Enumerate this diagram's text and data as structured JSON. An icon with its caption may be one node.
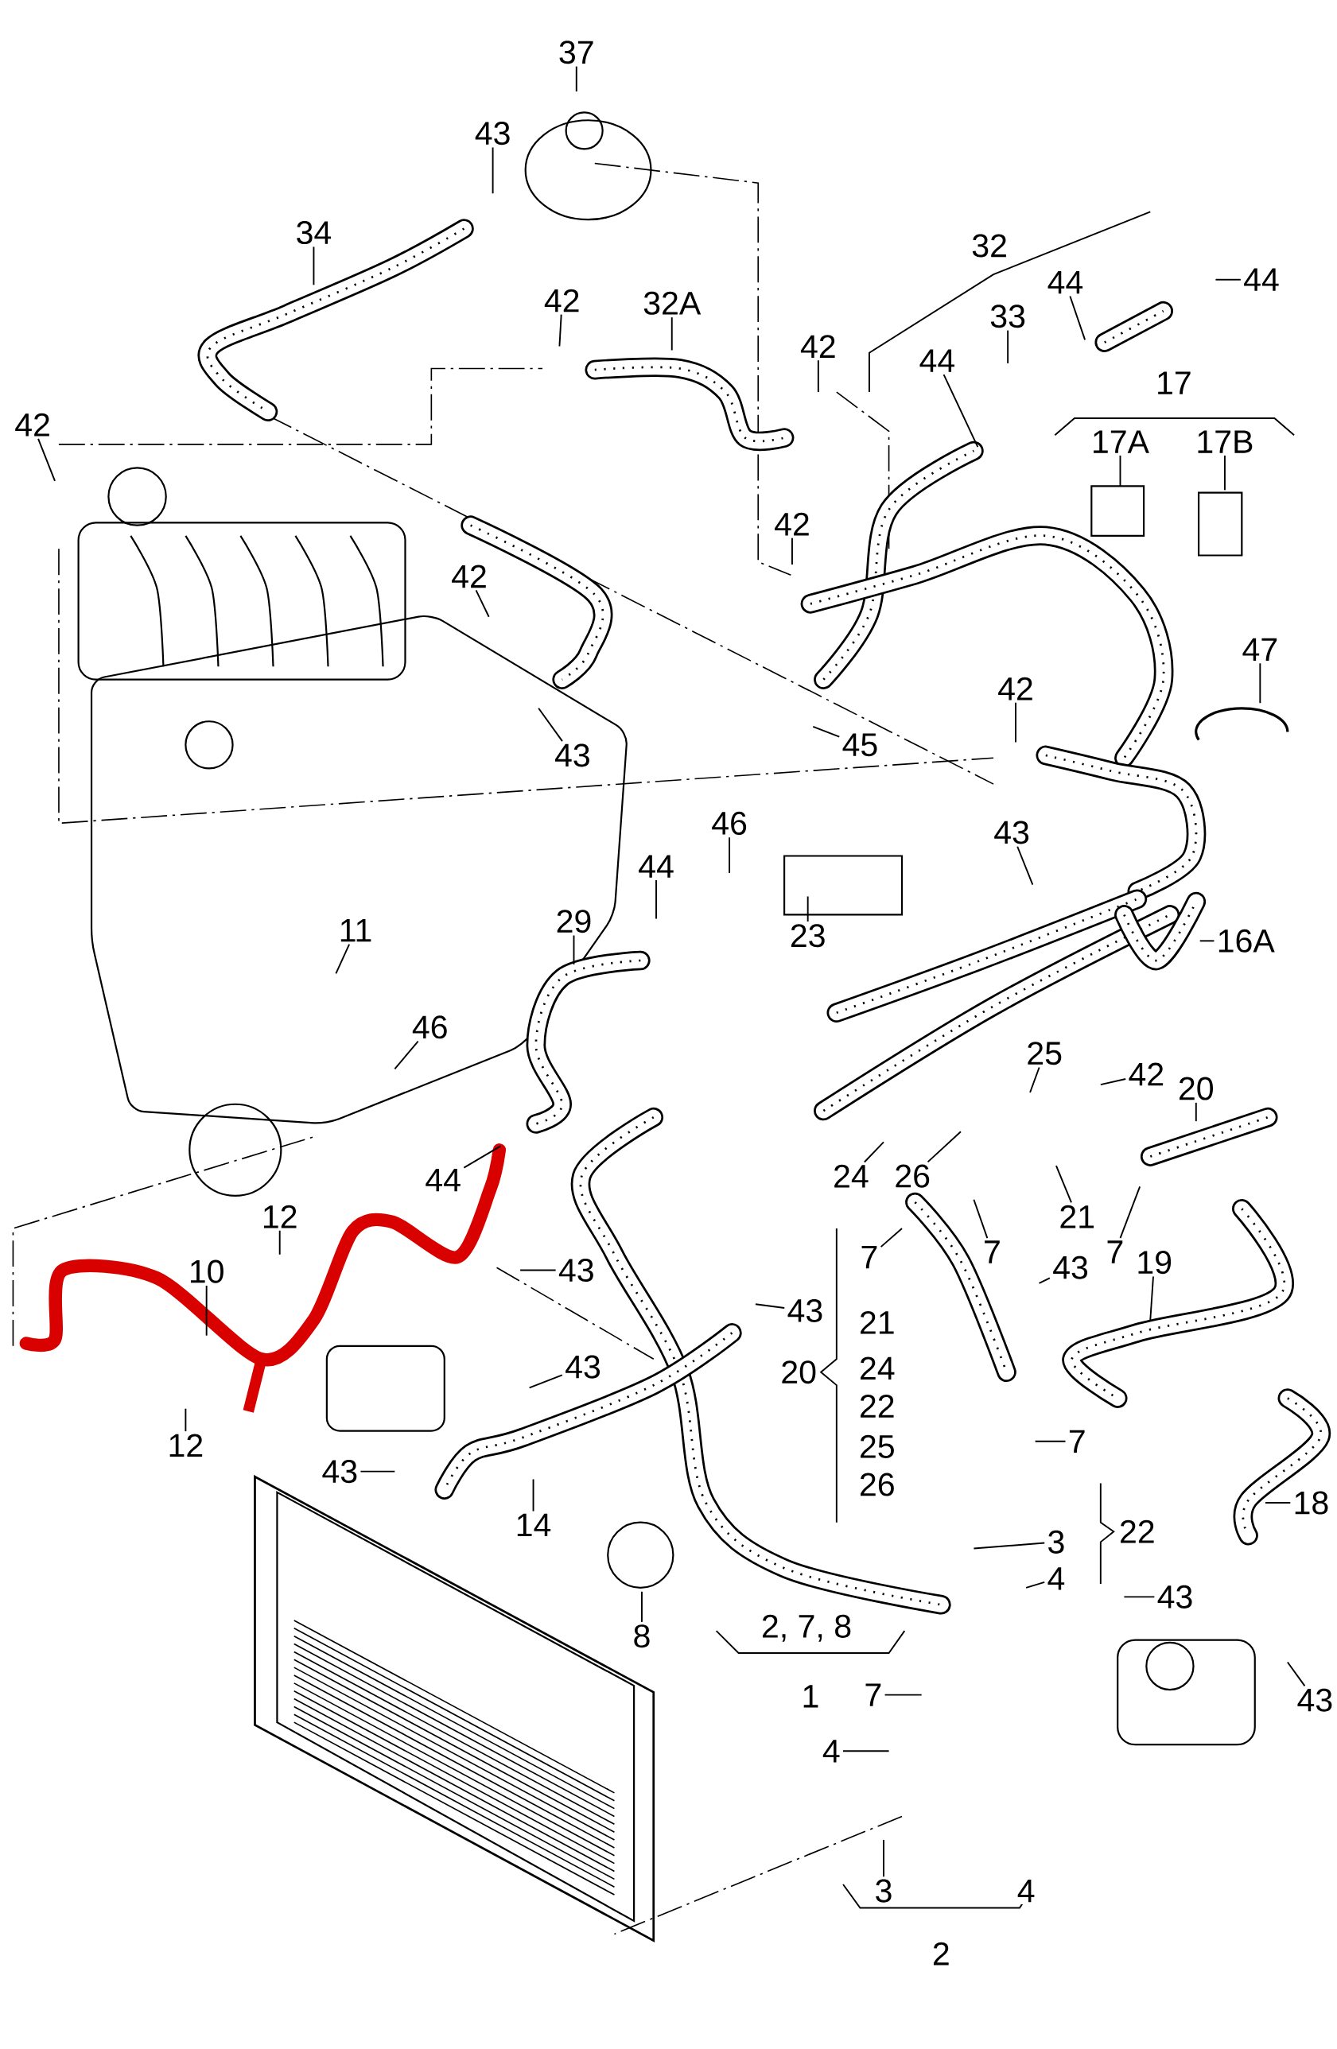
{
  "diagram": {
    "nodes": [
      {
        "text": [
          "37"
        ]
      },
      {
        "text": [
          "43"
        ]
      },
      {
        "text": [
          "34"
        ]
      },
      {
        "text": [
          "42"
        ]
      },
      {
        "text": [
          "32A"
        ]
      },
      {
        "text": [
          "44"
        ]
      },
      {
        "text": [
          "44"
        ]
      },
      {
        "text": [
          "42"
        ]
      },
      {
        "text": [
          "33"
        ]
      },
      {
        "text": [
          "44"
        ]
      },
      {
        "text": [
          "17A"
        ]
      },
      {
        "text": [
          "17B"
        ]
      },
      {
        "text": [
          "42"
        ]
      },
      {
        "text": [
          "42"
        ]
      },
      {
        "text": [
          "42"
        ]
      },
      {
        "text": [
          "43"
        ]
      },
      {
        "text": [
          "47"
        ]
      },
      {
        "text": [
          "42"
        ]
      },
      {
        "text": [
          "45"
        ]
      },
      {
        "text": [
          "46"
        ]
      },
      {
        "text": [
          "44"
        ]
      },
      {
        "text": [
          "43"
        ]
      },
      {
        "text": [
          "23"
        ]
      },
      {
        "text": [
          "16A"
        ]
      },
      {
        "text": [
          "11"
        ]
      },
      {
        "text": [
          "29"
        ]
      },
      {
        "text": [
          "46"
        ]
      },
      {
        "text": [
          "25"
        ]
      },
      {
        "text": [
          "42"
        ]
      },
      {
        "text": [
          "20"
        ]
      },
      {
        "text": [
          "24"
        ]
      },
      {
        "text": [
          "26"
        ]
      },
      {
        "text": [
          "21"
        ]
      },
      {
        "text": [
          "7"
        ]
      },
      {
        "text": [
          "7"
        ]
      },
      {
        "text": [
          "7"
        ]
      },
      {
        "text": [
          "43"
        ]
      },
      {
        "text": [
          "19"
        ]
      },
      {
        "text": [
          "44"
        ]
      },
      {
        "text": [
          "12"
        ]
      },
      {
        "text": [
          "10"
        ]
      },
      {
        "text": [
          "43"
        ]
      },
      {
        "text": [
          "43"
        ]
      },
      {
        "text": [
          "12"
        ]
      },
      {
        "text": [
          "43"
        ]
      },
      {
        "text": [
          "43"
        ]
      },
      {
        "text": [
          "14"
        ]
      },
      {
        "text": [
          "7"
        ]
      },
      {
        "text": [
          "3"
        ]
      },
      {
        "text": [
          "4"
        ]
      },
      {
        "text": [
          "43"
        ]
      },
      {
        "text": [
          "18"
        ]
      },
      {
        "text": [
          "8"
        ]
      },
      {
        "text": [
          "7"
        ]
      },
      {
        "text": [
          "4"
        ]
      },
      {
        "text": [
          "43"
        ]
      },
      {
        "text": [
          "3"
        ]
      }
    ],
    "edges": [
      {
        "from": 0,
        "to": null,
        "arrow": "none"
      },
      {
        "from": 1,
        "to": null,
        "arrow": "none"
      },
      {
        "from": 2,
        "to": null,
        "arrow": "none"
      },
      {
        "from": 3,
        "to": null,
        "arrow": "none"
      },
      {
        "from": 4,
        "to": null,
        "arrow": "none"
      },
      {
        "from": 5,
        "to": null,
        "arrow": "none"
      },
      {
        "from": 6,
        "to": null,
        "arrow": "none"
      },
      {
        "from": 7,
        "to": null,
        "arrow": "none"
      },
      {
        "from": 8,
        "to": null,
        "arrow": "none"
      },
      {
        "from": 9,
        "to": null,
        "arrow": "none"
      },
      {
        "from": 10,
        "to": null,
        "arrow": "none"
      },
      {
        "from": 11,
        "to": null,
        "arrow": "none"
      },
      {
        "from": 12,
        "to": null,
        "arrow": "none"
      },
      {
        "from": 13,
        "to": null,
        "arrow": "none"
      },
      {
        "from": 14,
        "to": null,
        "arrow": "none"
      },
      {
        "from": 15,
        "to": null,
        "arrow": "none"
      },
      {
        "from": 16,
        "to": null,
        "arrow": "none"
      },
      {
        "from": 17,
        "to": null,
        "arrow": "none"
      },
      {
        "from": 18,
        "to": null,
        "arrow": "none"
      },
      {
        "from": 19,
        "to": null,
        "arrow": "none"
      },
      {
        "from": 20,
        "to": null,
        "arrow": "none"
      },
      {
        "from": 21,
        "to": null,
        "arrow": "none"
      },
      {
        "from": 22,
        "to": null,
        "arrow": "none"
      },
      {
        "from": 23,
        "to": null,
        "arrow": "none"
      },
      {
        "from": 24,
        "to": null,
        "arrow": "none"
      },
      {
        "from": 25,
        "to": null,
        "arrow": "none"
      },
      {
        "from": 26,
        "to": null,
        "arrow": "none"
      },
      {
        "from": 27,
        "to": null,
        "arrow": "none"
      },
      {
        "from": 28,
        "to": null,
        "arrow": "none"
      },
      {
        "from": 29,
        "to": null,
        "arrow": "none"
      },
      {
        "from": 30,
        "to": null,
        "arrow": "none"
      },
      {
        "from": 31,
        "to": null,
        "arrow": "none"
      },
      {
        "from": 32,
        "to": null,
        "arrow": "none"
      },
      {
        "from": 33,
        "to": null,
        "arrow": "none"
      },
      {
        "from": 34,
        "to": null,
        "arrow": "none"
      },
      {
        "from": 35,
        "to": null,
        "arrow": "none"
      },
      {
        "from": 36,
        "to": null,
        "arrow": "none"
      },
      {
        "from": 37,
        "to": null,
        "arrow": "none"
      },
      {
        "from": 38,
        "to": null,
        "arrow": "none"
      },
      {
        "from": 39,
        "to": null,
        "arrow": "none"
      },
      {
        "from": 40,
        "to": null,
        "arrow": "none"
      },
      {
        "from": 41,
        "to": null,
        "arrow": "none"
      },
      {
        "from": 42,
        "to": null,
        "arrow": "none"
      },
      {
        "from": 43,
        "to": null,
        "arrow": "none"
      },
      {
        "from": 44,
        "to": null,
        "arrow": "none"
      },
      {
        "from": 45,
        "to": null,
        "arrow": "none"
      },
      {
        "from": 46,
        "to": null,
        "arrow": "none"
      },
      {
        "from": 47,
        "to": null,
        "arrow": "none"
      },
      {
        "from": 48,
        "to": null,
        "arrow": "none"
      },
      {
        "from": 49,
        "to": null,
        "arrow": "none"
      },
      {
        "from": 50,
        "to": null,
        "arrow": "none"
      },
      {
        "from": 51,
        "to": null,
        "arrow": "none"
      },
      {
        "from": 52,
        "to": null,
        "arrow": "none"
      },
      {
        "from": 53,
        "to": null,
        "arrow": "none"
      },
      {
        "from": 54,
        "to": null,
        "arrow": "none"
      },
      {
        "from": 55,
        "to": null,
        "arrow": "none"
      },
      {
        "from": 56,
        "to": null,
        "arrow": "none"
      }
    ],
    "labels": [
      "32",
      "17",
      "20",
      "21",
      "24",
      "22",
      "25",
      "26",
      "22",
      "2, 7, 8",
      "1",
      "4",
      "2"
    ]
  }
}
